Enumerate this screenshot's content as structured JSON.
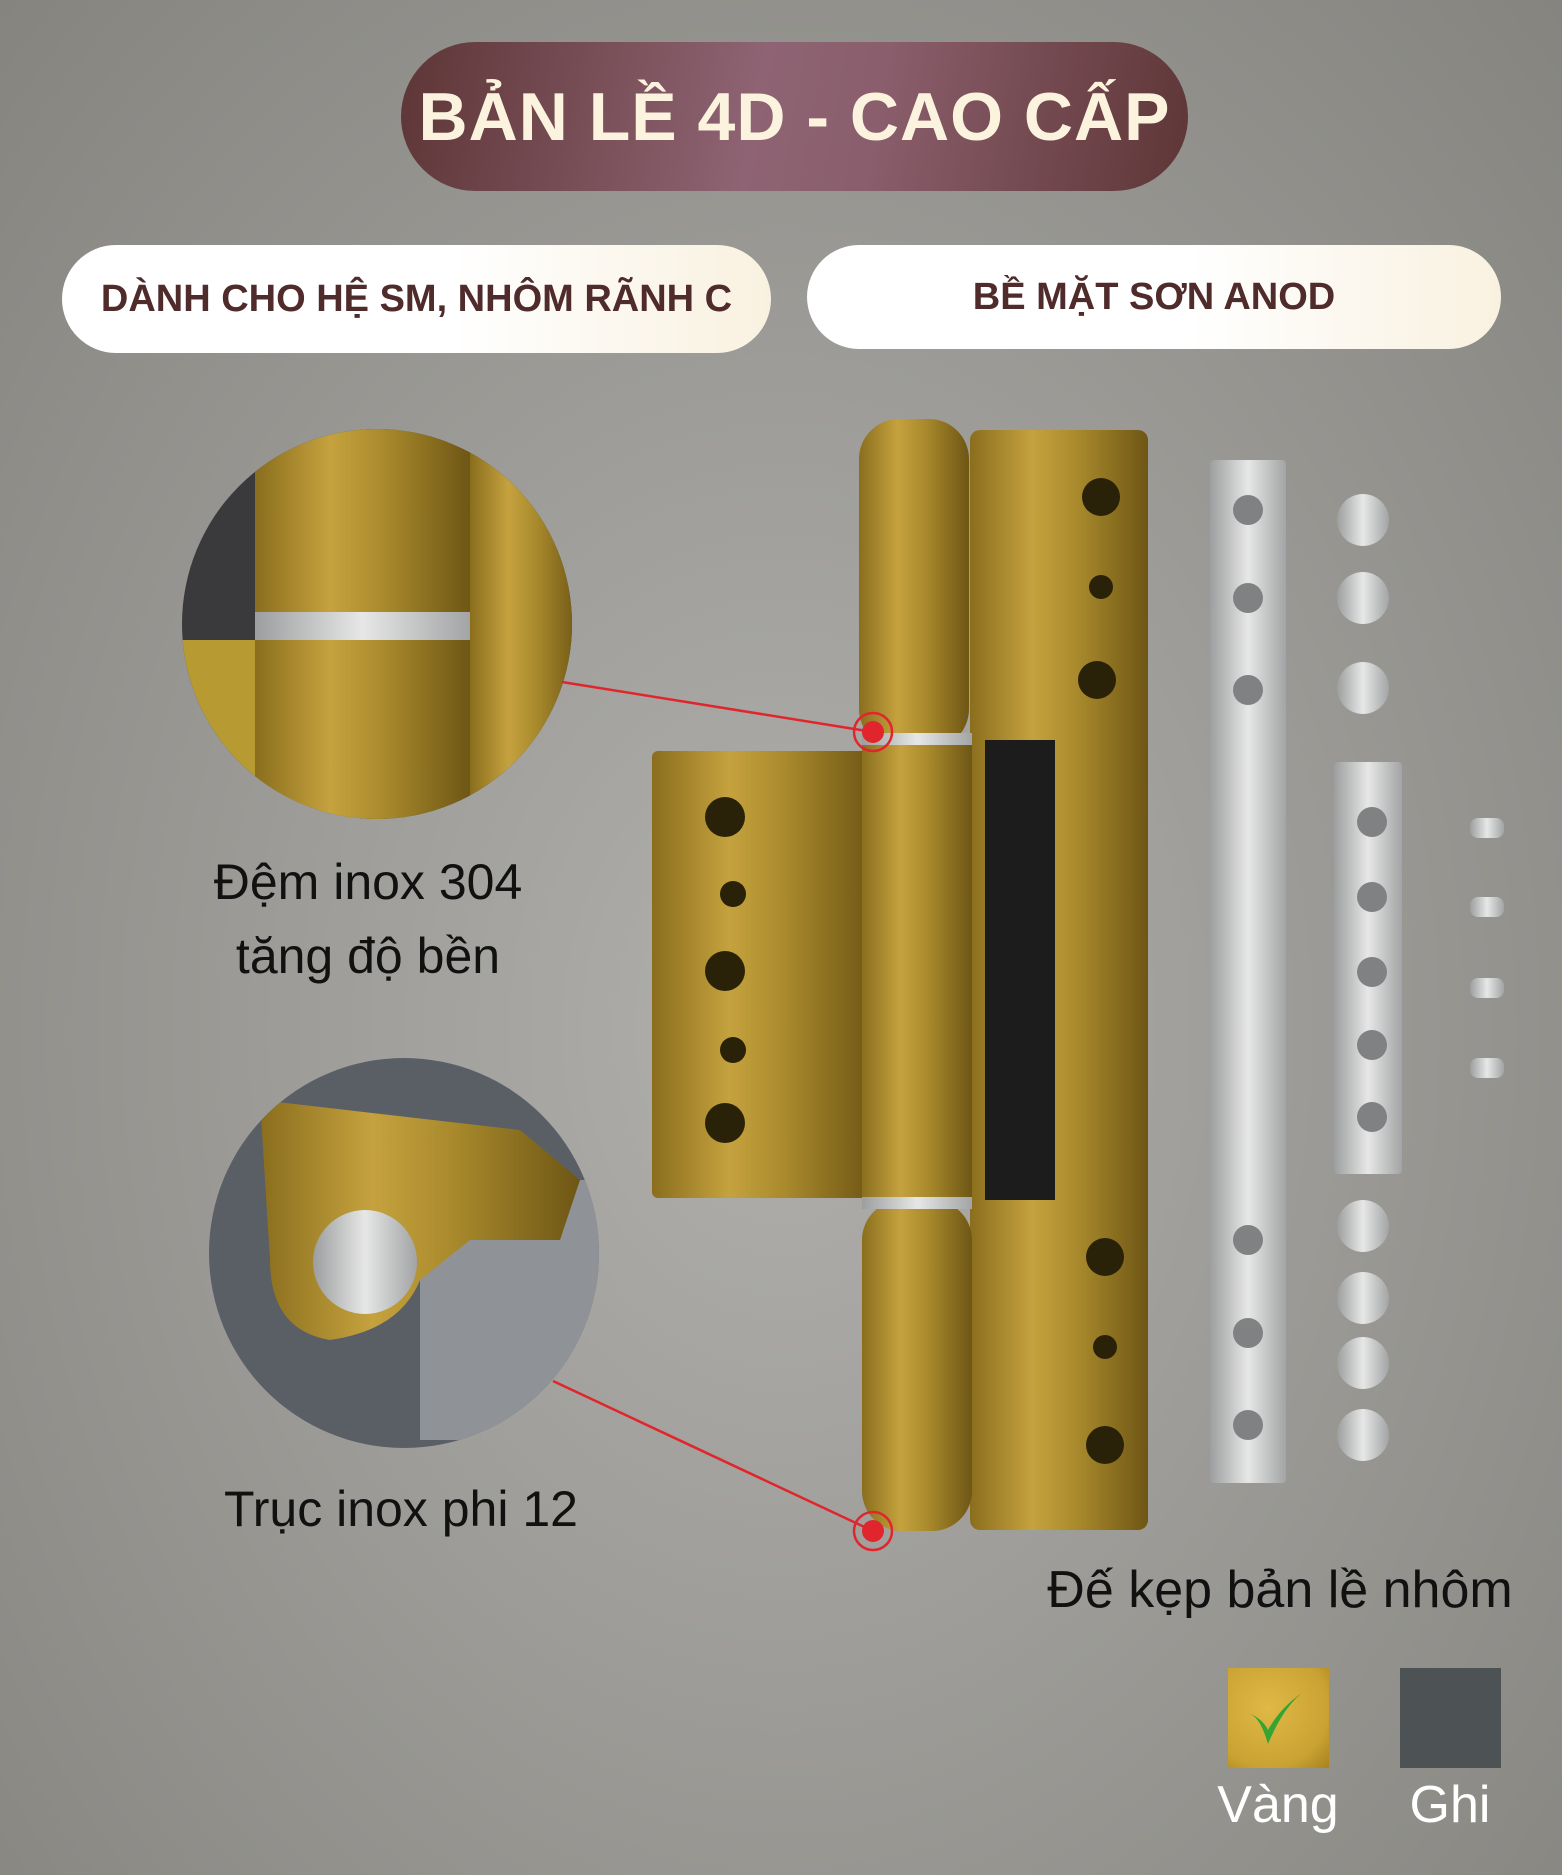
{
  "header": {
    "title": "BẢN LỀ 4D - CAO CẤP"
  },
  "features": {
    "system": "DÀNH CHO HỆ SM, NHÔM RÃNH C",
    "surface": "BỀ MẶT SƠN ANOD"
  },
  "callouts": {
    "washer_line1": "Đệm inox 304",
    "washer_line2": "tăng độ bền",
    "pin": "Trục inox phi 12",
    "base": "Đế kẹp bản lề nhôm"
  },
  "colors": {
    "selected": "Vàng",
    "options": [
      {
        "label": "Vàng",
        "hex": "#d4ac3a",
        "selected": true
      },
      {
        "label": "Ghi",
        "hex": "#4d5355",
        "selected": false
      }
    ],
    "accent_red": "#e0262c",
    "check_green": "#36a432"
  }
}
